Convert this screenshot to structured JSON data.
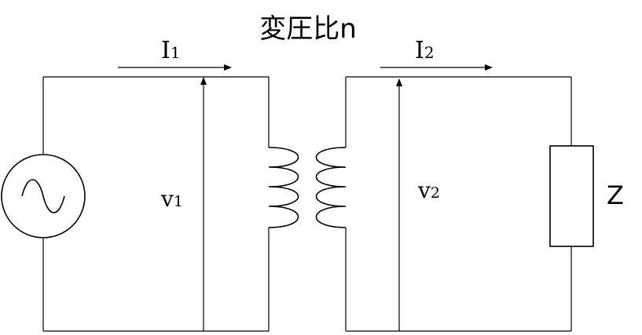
{
  "title": "変圧比n",
  "current_primary": {
    "main": "I",
    "sub": "1"
  },
  "current_secondary": {
    "main": "I",
    "sub": "2"
  },
  "voltage_primary": {
    "main": "v",
    "sub": "1"
  },
  "voltage_secondary": {
    "main": "v",
    "sub": "2"
  },
  "load_label": "Z"
}
